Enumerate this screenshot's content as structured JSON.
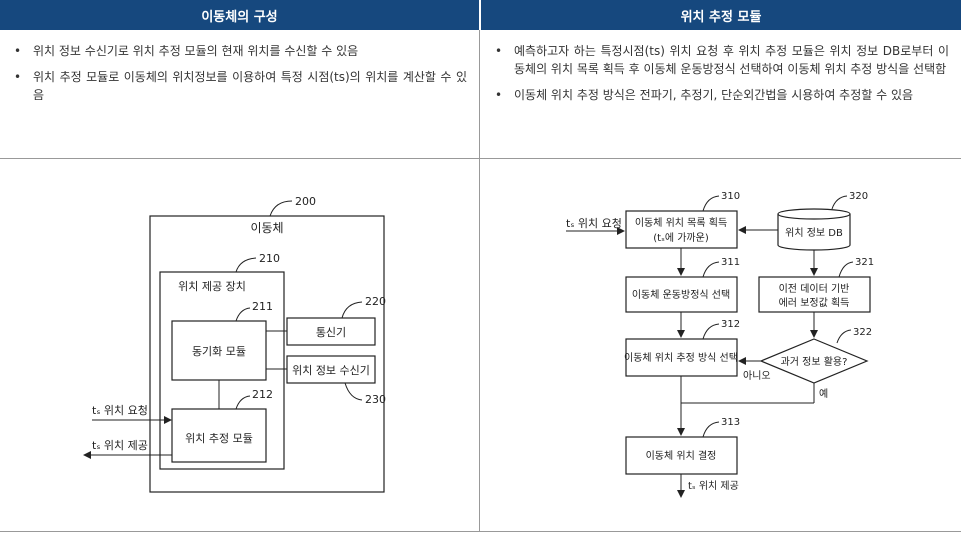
{
  "table": {
    "left_header": "이동체의 구성",
    "right_header": "위치 추정 모듈",
    "left_bullets": [
      "위치 정보 수신기로 위치 추정 모듈의 현재 위치를 수신할 수 있음",
      "위치 추정 모듈로 이동체의 위치정보를 이용하여 특정 시점(ts)의 위치를 계산할 수 있음"
    ],
    "right_bullets": [
      "예측하고자 하는 특정시점(ts) 위치 요청 후 위치 추정 모듈은 위치 정보 DB로부터 이동체의 위치 목록 획득 후 이동체 운동방정식 선택하여 이동체 위치 추정 방식을 선택함",
      "이동체 위치 추정 방식은 전파기, 추정기, 단순외간법을 시용하여 추정할 수 있음"
    ]
  },
  "left_diagram": {
    "outer_ref": "200",
    "outer_label": "이동체",
    "provider_ref": "210",
    "provider_label": "위치 제공 장치",
    "sync_ref": "211",
    "sync_label": "동기화 모듈",
    "estimator_ref": "212",
    "estimator_label": "위치 추정 모듈",
    "comm_ref": "220",
    "comm_label": "통신기",
    "receiver_ref": "230",
    "receiver_label": "위치 정보 수신기",
    "input_arrow_label": "tₛ 위치 요청",
    "output_arrow_label": "tₛ 위치 제공"
  },
  "right_diagram": {
    "start_label": "tₛ 위치 요청",
    "box310_ref": "310",
    "box310_line1": "이동체 위치 목록 획득",
    "box310_line2": "(tₛ에 가까운)",
    "db_ref": "320",
    "db_label": "위치 정보 DB",
    "box311_ref": "311",
    "box311_label": "이동체 운동방정식 선택",
    "box321_ref": "321",
    "box321_line1": "이전 데이터 기반",
    "box321_line2": "에러 보정값 획득",
    "box312_ref": "312",
    "box312_label": "이동체 위치 추정 방식 선택",
    "diamond_ref": "322",
    "diamond_label": "과거 정보 활용?",
    "no_label": "아니오",
    "yes_label": "예",
    "box313_ref": "313",
    "box313_label": "이동체 위치 결정",
    "end_label": "tₛ 위치 제공"
  }
}
